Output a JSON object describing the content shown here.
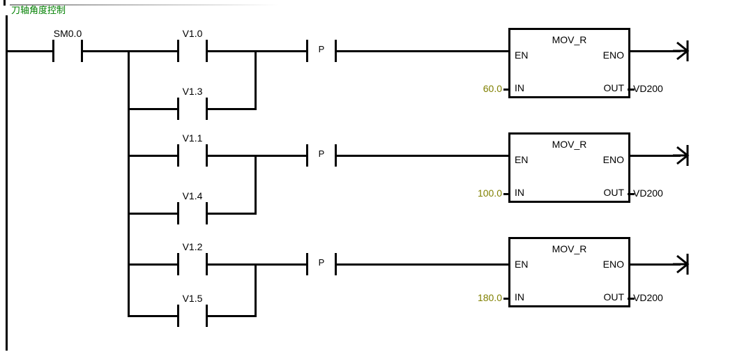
{
  "network": {
    "comment": "刀轴角度控制",
    "comment_color": "#008000"
  },
  "colors": {
    "wire": "#000000",
    "operand_constant": "#808000",
    "comment": "#008000",
    "background": "#ffffff"
  },
  "contacts": {
    "enable": {
      "label": "SM0.0"
    },
    "g1_top": {
      "label": "V1.0"
    },
    "g1_bot": {
      "label": "V1.3"
    },
    "g2_top": {
      "label": "V1.1"
    },
    "g2_bot": {
      "label": "V1.4"
    },
    "g3_top": {
      "label": "V1.2"
    },
    "g3_bot": {
      "label": "V1.5"
    },
    "edge": {
      "label": "P"
    }
  },
  "blocks": [
    {
      "name": "MOV_R",
      "en": "EN",
      "eno": "ENO",
      "in": "IN",
      "out": "OUT",
      "in_value": "60.0",
      "out_value": "VD200"
    },
    {
      "name": "MOV_R",
      "en": "EN",
      "eno": "ENO",
      "in": "IN",
      "out": "OUT",
      "in_value": "100.0",
      "out_value": "VD200"
    },
    {
      "name": "MOV_R",
      "en": "EN",
      "eno": "ENO",
      "in": "IN",
      "out": "OUT",
      "in_value": "180.0",
      "out_value": "VD200"
    }
  ]
}
